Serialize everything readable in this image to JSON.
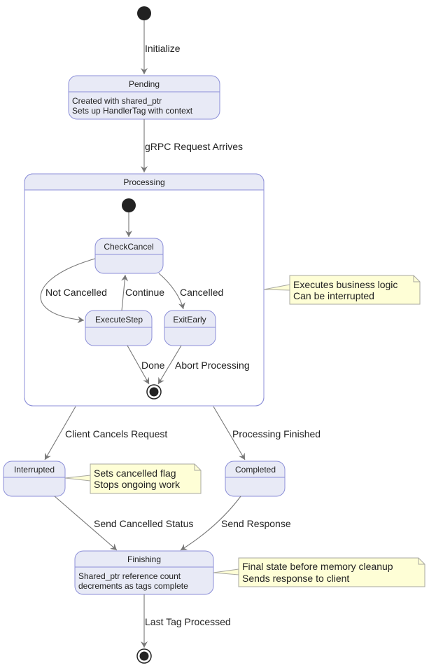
{
  "diagram": {
    "type": "state-machine",
    "states": {
      "pending": {
        "title": "Pending",
        "desc": [
          "Created with shared_ptr",
          "Sets up HandlerTag with context"
        ]
      },
      "processing": {
        "title": "Processing"
      },
      "check_cancel": {
        "title": "CheckCancel"
      },
      "execute_step": {
        "title": "ExecuteStep"
      },
      "exit_early": {
        "title": "ExitEarly"
      },
      "interrupted": {
        "title": "Interrupted"
      },
      "completed": {
        "title": "Completed"
      },
      "finishing": {
        "title": "Finishing",
        "desc": [
          "Shared_ptr reference count",
          "decrements as tags complete"
        ]
      }
    },
    "transitions": {
      "initialize": "Initialize",
      "grpc_request": "gRPC Request Arrives",
      "not_cancelled": "Not Cancelled",
      "continue": "Continue",
      "cancelled": "Cancelled",
      "done": "Done",
      "abort_processing": "Abort Processing",
      "client_cancels": "Client Cancels Request",
      "processing_finished": "Processing Finished",
      "send_cancelled_status": "Send Cancelled Status",
      "send_response": "Send Response",
      "last_tag_processed": "Last Tag Processed"
    },
    "notes": {
      "processing": [
        "Executes business logic",
        "Can be interrupted"
      ],
      "interrupted": [
        "Sets cancelled flag",
        "Stops ongoing work"
      ],
      "finishing": [
        "Final state before memory cleanup",
        "Sends response to client"
      ]
    }
  }
}
